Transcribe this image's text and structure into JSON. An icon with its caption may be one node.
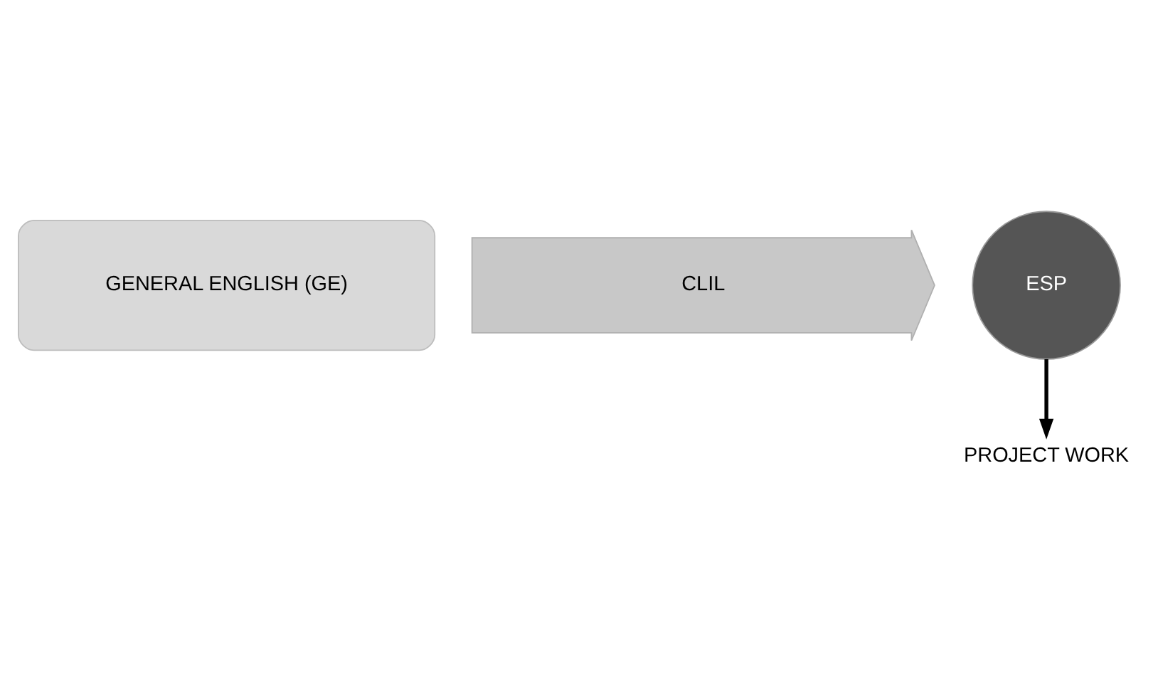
{
  "diagram": {
    "nodes": [
      {
        "text": [
          "GENERAL ENGLISH (GE)"
        ]
      },
      {
        "text": [
          "CLIL"
        ]
      },
      {
        "text": [
          "ESP"
        ]
      },
      {
        "text": [
          "PROJECT WORK"
        ]
      }
    ],
    "edges": [
      {
        "from": 2,
        "to": 3,
        "arrow": "to"
      }
    ]
  }
}
